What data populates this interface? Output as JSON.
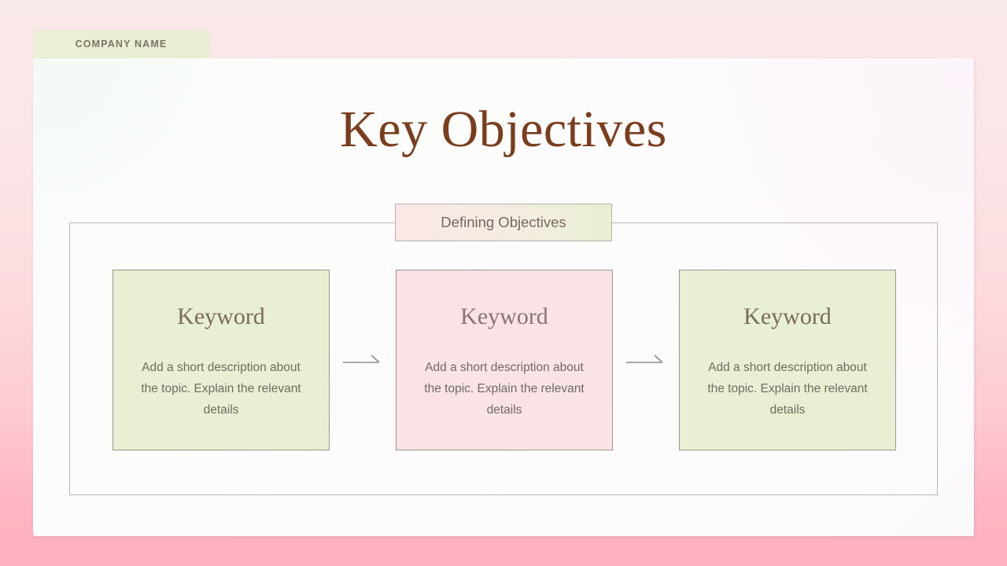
{
  "brand": {
    "tab_label": "COMPANY NAME"
  },
  "slide": {
    "title": "Key Objectives",
    "section_badge": "Defining Objectives",
    "cards": [
      {
        "keyword": "Keyword",
        "description": "Add a short description about the topic. Explain the relevant details",
        "tone": "green"
      },
      {
        "keyword": "Keyword",
        "description": "Add a short description about the topic. Explain the relevant details",
        "tone": "pink"
      },
      {
        "keyword": "Keyword",
        "description": "Add a short description about the topic. Explain the relevant details",
        "tone": "green"
      }
    ],
    "connectors": [
      {
        "icon": "arrow-right-icon"
      },
      {
        "icon": "arrow-right-icon"
      }
    ]
  },
  "colors": {
    "page_background_top": "#fae9e9",
    "page_background_bottom": "#ffb0c0",
    "title_brown": "#7b3d1d",
    "card_green": "#e9efd3",
    "card_pink": "#fae3e4",
    "tab_green": "#e9eed4",
    "card_border": "#9a9a8c",
    "frame_border": "#b7b7b7",
    "body_text": "#6d6d63"
  }
}
